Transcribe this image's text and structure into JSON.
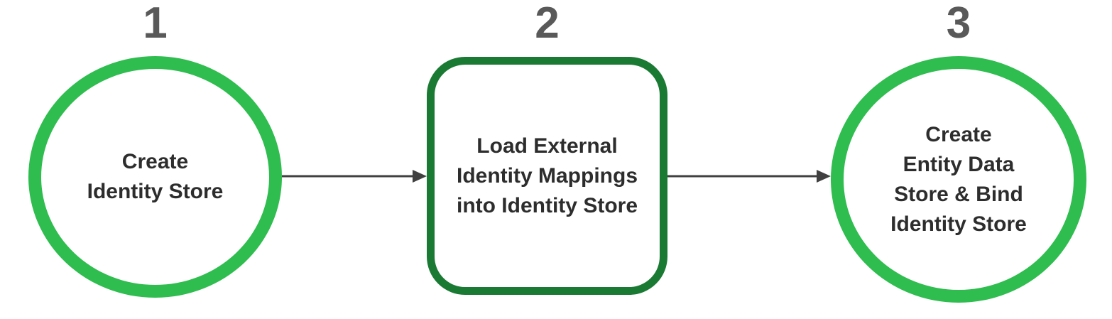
{
  "diagram": {
    "type": "process-flow",
    "steps": [
      {
        "number": "1",
        "shape": "circle",
        "label_lines": [
          "Create",
          "Identity Store"
        ]
      },
      {
        "number": "2",
        "shape": "rounded-square",
        "label_lines": [
          "Load External",
          "Identity Mappings",
          "into Identity Store"
        ]
      },
      {
        "number": "3",
        "shape": "circle",
        "label_lines": [
          "Create",
          "Entity Data",
          "Store & Bind",
          "Identity Store"
        ]
      }
    ],
    "connectors": [
      {
        "from": "1",
        "to": "2",
        "direction": "right"
      },
      {
        "from": "2",
        "to": "3",
        "direction": "right"
      }
    ],
    "colors": {
      "circle_border": "#2ebd4e",
      "box_border": "#1a7a33",
      "arrow": "#404040",
      "number_text": "#595959",
      "label_text": "#2d2d2d",
      "background": "#ffffff"
    }
  }
}
